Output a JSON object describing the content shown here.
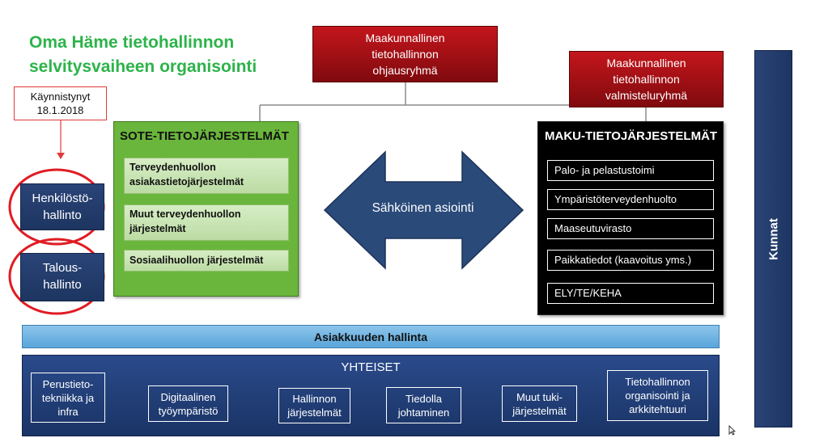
{
  "title": "Oma Häme tietohallinnon selvitysvaiheen organisointi",
  "started": {
    "line1": "Käynnistynyt",
    "line2": "18.1.2018"
  },
  "ohjausryhma": {
    "line1": "Maakunnallinen",
    "line2": "tietohallinnon",
    "line3": "ohjausryhmä"
  },
  "valmisteluryhma": {
    "line1": "Maakunnallinen",
    "line2": "tietohallinnon",
    "line3": "valmisteluryhmä"
  },
  "left_boxes": [
    {
      "line1": "Henkilöstö-",
      "line2": "hallinto"
    },
    {
      "line1": "Talous-",
      "line2": "hallinto"
    }
  ],
  "sote": {
    "header": "SOTE-TIETOJÄRJESTELMÄT",
    "items": [
      {
        "line1": "Terveydenhuollon",
        "line2": "asiakastietojärjestelmät"
      },
      {
        "line1": "Muut terveydenhuollon",
        "line2": "järjestelmät"
      },
      {
        "line1": "Sosiaalihuollon järjestelmät",
        "line2": ""
      }
    ]
  },
  "arrow_label": "Sähköinen asiointi",
  "maku": {
    "header": "MAKU-TIETOJÄRJESTELMÄT",
    "items": [
      "Palo- ja pelastustoimi",
      "Ympäristöterveydenhuolto",
      "Maaseutuvirasto",
      "Paikkatiedot (kaavoitus yms.)",
      "ELY/TE/KEHA"
    ]
  },
  "asiakkuus": "Asiakkuuden hallinta",
  "yhteiset": {
    "header": "YHTEISET",
    "items": [
      {
        "line1": "Perustieto-",
        "line2": "tekniikka ja",
        "line3": "infra"
      },
      {
        "line1": "Digitaalinen",
        "line2": "työympäristö",
        "line3": ""
      },
      {
        "line1": "Hallinnon",
        "line2": "järjestelmät",
        "line3": ""
      },
      {
        "line1": "Tiedolla",
        "line2": "johtaminen",
        "line3": ""
      },
      {
        "line1": "Muut tuki-",
        "line2": "järjestelmät",
        "line3": ""
      },
      {
        "line1": "Tietohallinnon",
        "line2": "organisointi  ja",
        "line3": "arkkitehtuuri"
      }
    ]
  },
  "kunnat": "Kunnat",
  "colors": {
    "title_green": "#2db34a",
    "red": "#c4161c",
    "navy": "#1d3560",
    "sote_green": "#6ab63c",
    "arrow_blue": "#2a4a7a",
    "highlight_circle": "#e11b22",
    "light_blue": "#6fb1e0"
  },
  "icons": {
    "cursor": "mouse-pointer-icon"
  }
}
